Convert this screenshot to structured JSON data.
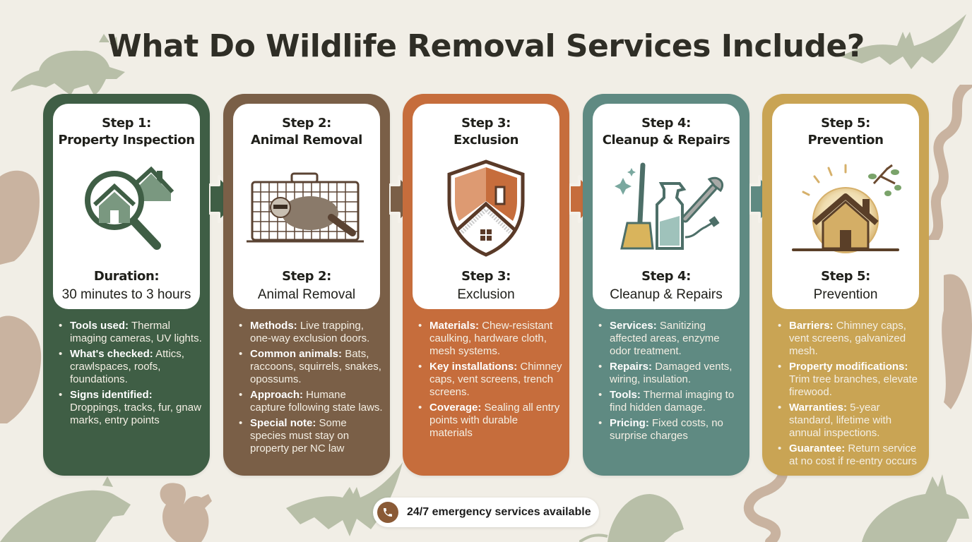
{
  "title": "What Do Wildlife Removal Services Include?",
  "colors": {
    "background": "#f1eee6",
    "step1": "#3f5e45",
    "step2": "#7a5f47",
    "step3": "#c66d3c",
    "step4": "#5f8a82",
    "step5": "#c9a454",
    "silhouette_green": "#b8bfa8",
    "silhouette_tan": "#c9b3a0",
    "phone_icon": "#8a5a36"
  },
  "steps": [
    {
      "title_line1": "Step 1:",
      "title_line2": "Property Inspection",
      "icon": "magnifier-house-icon",
      "sub_bold": "Duration:",
      "sub_regular": "30 minutes to 3 hours",
      "bullets": [
        {
          "label": "Tools used:",
          "text": " Thermal imaging cameras, UV lights."
        },
        {
          "label": "What's checked:",
          "text": " Attics, crawlspaces, roofs, foundations."
        },
        {
          "label": "Signs identified:",
          "text": " Droppings, tracks, fur, gnaw marks, entry points"
        }
      ]
    },
    {
      "title_line1": "Step 2:",
      "title_line2": "Animal Removal",
      "icon": "raccoon-cage-icon",
      "sub_bold": "Step 2:",
      "sub_regular": "Animal Removal",
      "bullets": [
        {
          "label": "Methods:",
          "text": " Live trapping, one-way exclusion doors."
        },
        {
          "label": "Common animals:",
          "text": " Bats, raccoons, squirrels, snakes, opossums."
        },
        {
          "label": "Approach:",
          "text": " Humane capture following state laws."
        },
        {
          "label": "Special note:",
          "text": " Some species must stay on property per NC law"
        }
      ]
    },
    {
      "title_line1": "Step 3:",
      "title_line2": "Exclusion",
      "icon": "shield-house-icon",
      "sub_bold": "Step 3:",
      "sub_regular": "Exclusion",
      "bullets": [
        {
          "label": "Materials:",
          "text": " Chew-resistant caulking, hardware cloth, mesh systems."
        },
        {
          "label": "Key installations:",
          "text": " Chimney caps, vent screens, trench screens."
        },
        {
          "label": "Coverage:",
          "text": " Sealing all entry points with durable materials"
        }
      ]
    },
    {
      "title_line1": "Step 4:",
      "title_line2": "Cleanup & Repairs",
      "icon": "cleaning-tools-icon",
      "sub_bold": "Step 4:",
      "sub_regular": "Cleanup & Repairs",
      "bullets": [
        {
          "label": "Services:",
          "text": " Sanitizing affected areas, enzyme odor treatment."
        },
        {
          "label": "Repairs:",
          "text": " Damaged vents, wiring, insulation."
        },
        {
          "label": "Tools:",
          "text": " Thermal imaging to find hidden damage."
        },
        {
          "label": "Pricing:",
          "text": " Fixed costs, no surprise charges"
        }
      ]
    },
    {
      "title_line1": "Step 5:",
      "title_line2": "Prevention",
      "icon": "protected-house-icon",
      "sub_bold": "Step 5:",
      "sub_regular": "Prevention",
      "bullets": [
        {
          "label": "Barriers:",
          "text": " Chimney caps, vent screens, galvanized mesh."
        },
        {
          "label": "Property modifications:",
          "text": " Trim tree branches, elevate firewood."
        },
        {
          "label": "Warranties:",
          "text": " 5-year standard, lifetime with annual inspections."
        },
        {
          "label": "Guarantee:",
          "text": " Return service at no cost if re-entry occurs"
        }
      ]
    }
  ],
  "badge": {
    "icon": "phone-icon",
    "text": "24/7 emergency services available"
  }
}
